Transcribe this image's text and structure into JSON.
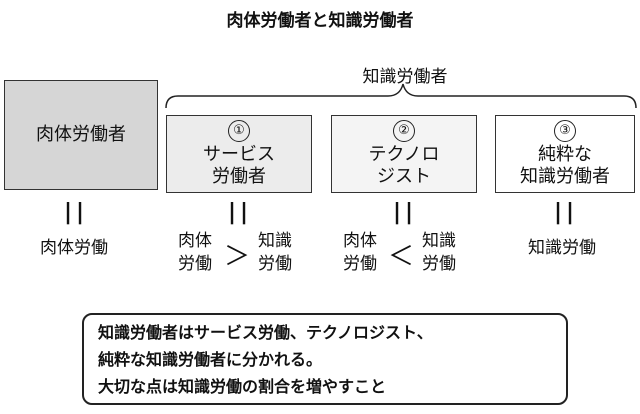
{
  "title": "肉体労働者と知識労働者",
  "group_label": "知識労働者",
  "physical_box": {
    "label": "肉体労働者",
    "equals": "||",
    "below": "肉体労働"
  },
  "knowledge_boxes": [
    {
      "number": "①",
      "line1": "サービス",
      "line2": "労働者",
      "left_top": "肉体",
      "left_bottom": "労働",
      "comparison": "＞",
      "right_top": "知識",
      "right_bottom": "労働"
    },
    {
      "number": "②",
      "line1": "テクノロ",
      "line2": "ジスト",
      "left_top": "肉体",
      "left_bottom": "労働",
      "comparison": "＜",
      "right_top": "知識",
      "right_bottom": "労働"
    },
    {
      "number": "③",
      "line1": "純粋な",
      "line2": "知識労働者",
      "below": "知識労働"
    }
  ],
  "equals_symbol": "||",
  "note_lines": [
    "知識労働者はサービス労働、テクノロジスト、",
    "純粋な知識労働者に分かれる。",
    "大切な点は知識労働の割合を増やすこと"
  ]
}
